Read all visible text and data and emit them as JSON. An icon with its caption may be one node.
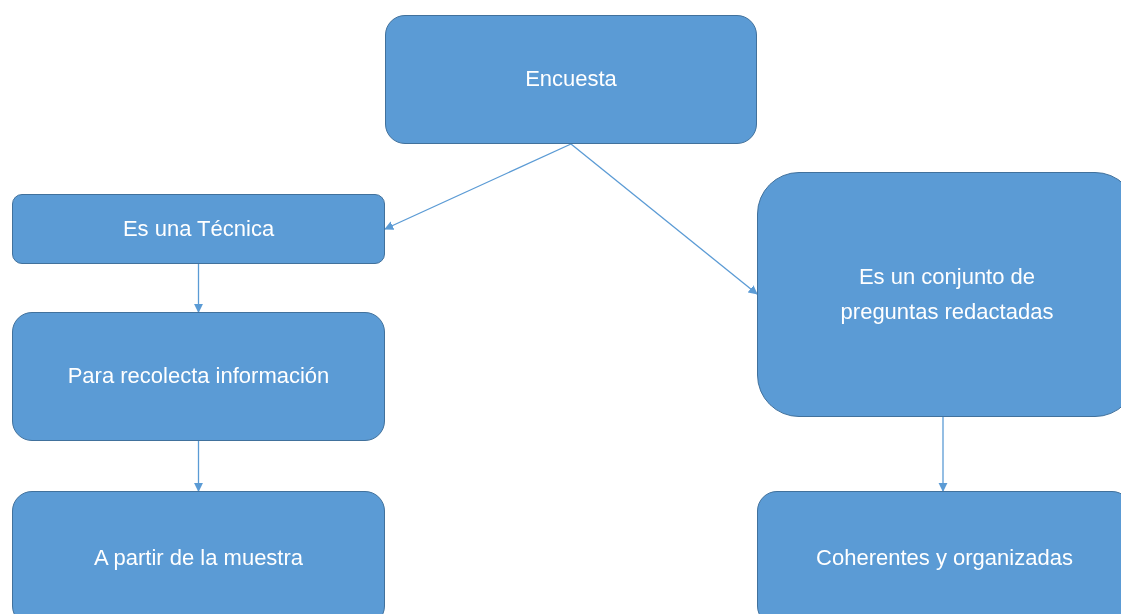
{
  "diagram": {
    "nodes": [
      {
        "text": [
          "Encuesta"
        ]
      },
      {
        "text": [
          "Es una Técnica"
        ]
      },
      {
        "text": [
          "Para recolecta información"
        ]
      },
      {
        "text": [
          "A partir de la muestra"
        ]
      },
      {
        "text": [
          "Es un conjunto de preguntas redactadas"
        ]
      },
      {
        "text": [
          "Coherentes y organizadas"
        ]
      }
    ],
    "edges": [
      {
        "from": 0,
        "to": 1,
        "arrow": "to"
      },
      {
        "from": 0,
        "to": 4,
        "arrow": "to"
      },
      {
        "from": 1,
        "to": 2,
        "arrow": "to"
      },
      {
        "from": 2,
        "to": 3,
        "arrow": "to"
      },
      {
        "from": 4,
        "to": 5,
        "arrow": "to"
      }
    ]
  }
}
